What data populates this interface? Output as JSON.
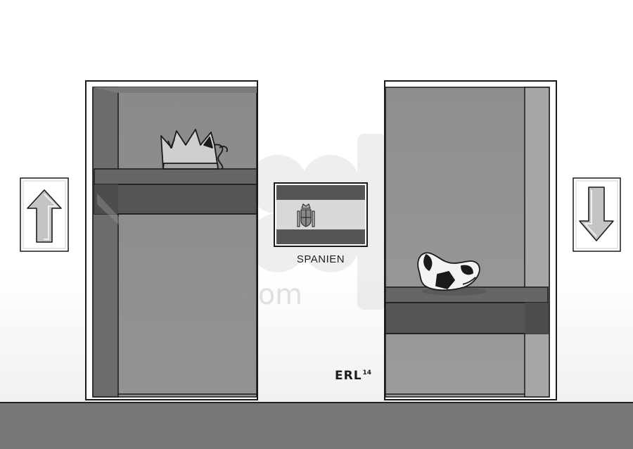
{
  "country_label": "SPANIEN",
  "signature": "ERL",
  "signature_year": "14",
  "watermark_suffix": ".com",
  "icons": {
    "up": "arrow-up-icon",
    "down": "arrow-down-icon",
    "flag": "spain-flag-icon",
    "crown": "broken-crown-icon",
    "ball": "deflated-football-icon"
  },
  "colors": {
    "elevator_interior": "#8f8f8f",
    "floor": "#787878",
    "wall": "#ffffff"
  }
}
